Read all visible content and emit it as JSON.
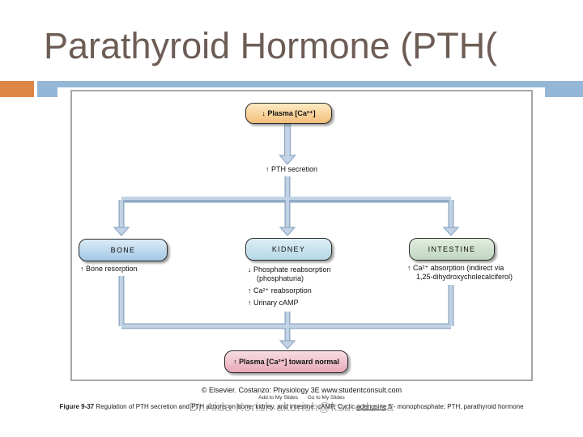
{
  "slide": {
    "title": "Parathyroid Hormone (PTH("
  },
  "figure": {
    "stimulus": "↓ Plasma [Ca²⁺]",
    "secretion_label": "↑ PTH secretion",
    "organs": [
      {
        "name": "BONE",
        "effects": [
          "↑ Bone resorption"
        ]
      },
      {
        "name": "KIDNEY",
        "effects": [
          "↓ Phosphate reabsorption (phosphaturia)",
          "↑ Ca²⁺ reabsorption",
          "↑ Urinary cAMP"
        ]
      },
      {
        "name": "INTESTINE",
        "effects": [
          "↑ Ca²⁺ absorption (indirect via 1,25-dihydroxycholecalciferol)"
        ]
      }
    ],
    "result": "↑ Plasma [Ca²⁺] toward normal"
  },
  "footer": {
    "copyright": "© Elsevier. Costanzo: Physiology 3E www.studentconsult.com",
    "add_to_my_slides": "Add to My Slides",
    "go_to_my_slides": "Go to My Slides",
    "caption_figure_label": "Figure 9-37",
    "caption_text_1": " Regulation of PTH secretion and PTH actions on bone, kidney, and intestine. cAMP, Cyclic ",
    "caption_link": "adenosine",
    "caption_text_2": " 5′- monophosphate; PTH, parathyroid hormone",
    "watermark": "Dr.Aida Korish akorish@ksu.edu.sa"
  },
  "colors": {
    "accent_orange": "#DD8546",
    "accent_blue": "#95B7D7",
    "title_text": "#6D5D55",
    "connector_fill": "#C2D3E6",
    "connector_stroke": "#8FA9C4",
    "stimulus_box": "#F4BF7A",
    "bone_box": "#A2C7E6",
    "kidney_box": "#B5D8E6",
    "intestine_box": "#C0D6C2",
    "result_box": "#E8A9B9"
  }
}
